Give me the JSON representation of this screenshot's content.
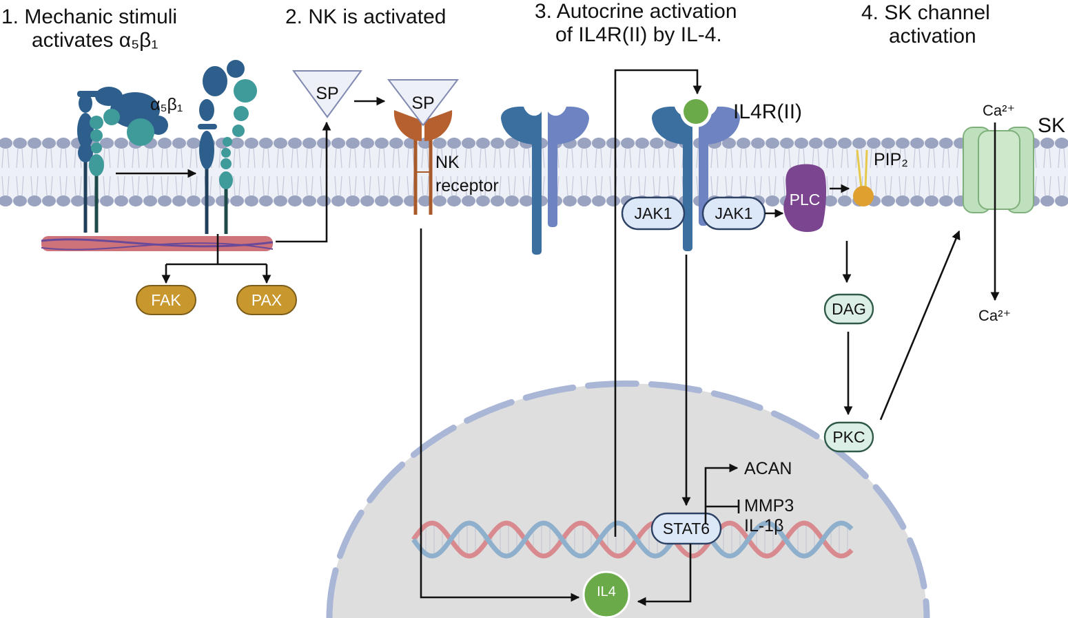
{
  "steps": {
    "s1_line1": "1.  Mechanic stimuli",
    "s1_line2": "activates α₅β₁",
    "s2": "2. NK is activated",
    "s3_line1": "3. Autocrine activation",
    "s3_line2": "of IL4R(II) by IL-4.",
    "s4_line1": "4. SK channel",
    "s4_line2": "activation"
  },
  "labels": {
    "integrin": "α₅β₁",
    "sp_free": "SP",
    "sp_bound": "SP",
    "nk_line1": "NK",
    "nk_line2": "receptor",
    "il4r": "IL4R(II)",
    "pip2": "PIP₂",
    "sk": "SK",
    "ca_top": "Ca²⁺",
    "ca_bottom": "Ca²⁺",
    "acan": "ACAN",
    "mmp3": "MMP3",
    "il1b": "IL-1β"
  },
  "pills": {
    "fak": "FAK",
    "pax": "PAX",
    "jak1_left": "JAK1",
    "jak1_right": "JAK1",
    "plc": "PLC",
    "dag": "DAG",
    "pkc": "PKC",
    "stat6": "STAT6",
    "il4": "IL4"
  },
  "colors": {
    "membrane_head": "#9aa3bf",
    "integrin_dark": "#2e5f8c",
    "integrin_teal": "#3f9a9a",
    "nk_receptor": "#b5602e",
    "il4r_dark": "#3b6fa0",
    "il4r_light": "#6d83c2",
    "plc": "#7b4590",
    "il4": "#6aaa48",
    "fak_pax": "#c8972e",
    "dag_pkc_fill": "#dcefe7",
    "sk_channel": "#bfe0bd",
    "nucleus": "#dedede",
    "nuclear_envelope": "#a9b6d6",
    "dna_blue": "#8fb0cc",
    "dna_red": "#d98a8f"
  }
}
